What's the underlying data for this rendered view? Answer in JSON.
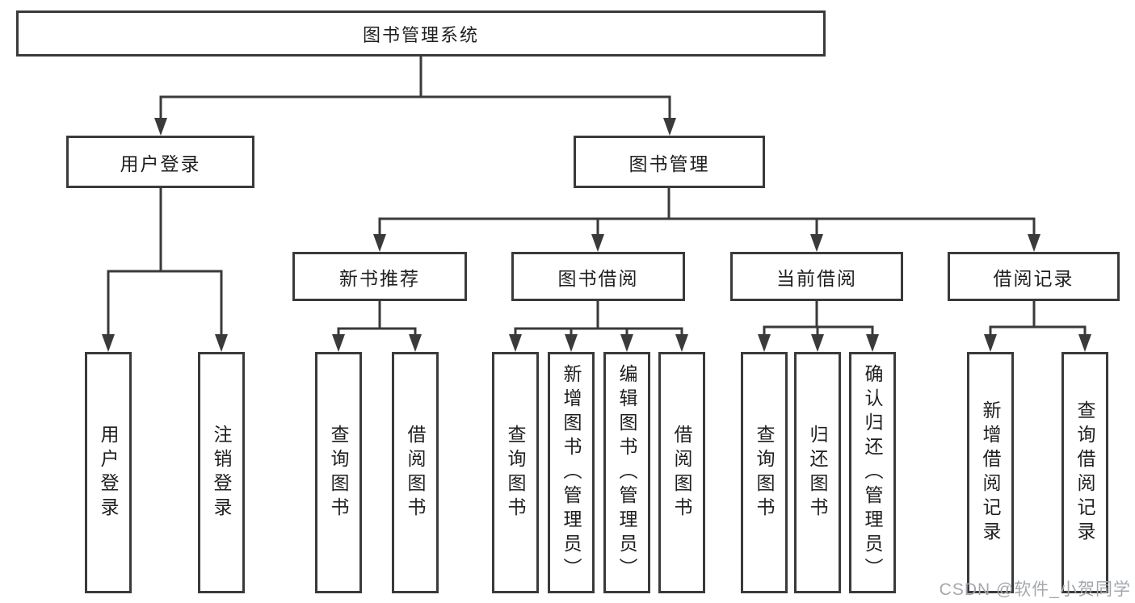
{
  "diagram": {
    "title": "图书管理系统",
    "tree": {
      "root": {
        "id": "library-management-system",
        "label": "图书管理系统"
      },
      "level2": [
        {
          "id": "user-login-module",
          "label": "用户登录"
        },
        {
          "id": "book-management-module",
          "label": "图书管理"
        }
      ],
      "level3": [
        {
          "id": "new-book-recommend",
          "label": "新书推荐"
        },
        {
          "id": "book-borrowing",
          "label": "图书借阅"
        },
        {
          "id": "current-borrowing",
          "label": "当前借阅"
        },
        {
          "id": "borrowing-records",
          "label": "借阅记录"
        }
      ],
      "leaves": [
        {
          "id": "user-login",
          "parent": "user-login-module",
          "label": "用户登录"
        },
        {
          "id": "logout",
          "parent": "user-login-module",
          "label": "注销登录"
        },
        {
          "id": "query-books-1",
          "parent": "new-book-recommend",
          "label": "查询图书"
        },
        {
          "id": "borrow-books-1",
          "parent": "new-book-recommend",
          "label": "借阅图书"
        },
        {
          "id": "query-books-2",
          "parent": "book-borrowing",
          "label": "查询图书"
        },
        {
          "id": "add-books-admin",
          "parent": "book-borrowing",
          "label": "新增图书（管理员）"
        },
        {
          "id": "edit-books-admin",
          "parent": "book-borrowing",
          "label": "编辑图书（管理员）"
        },
        {
          "id": "borrow-books-2",
          "parent": "book-borrowing",
          "label": "借阅图书"
        },
        {
          "id": "query-books-3",
          "parent": "current-borrowing",
          "label": "查询图书"
        },
        {
          "id": "return-books",
          "parent": "current-borrowing",
          "label": "归还图书"
        },
        {
          "id": "confirm-return-admin",
          "parent": "current-borrowing",
          "label": "确认归还（管理员）"
        },
        {
          "id": "add-borrow-record",
          "parent": "borrowing-records",
          "label": "新增借阅记录"
        },
        {
          "id": "query-borrow-record",
          "parent": "borrowing-records",
          "label": "查询借阅记录"
        }
      ]
    },
    "colors": {
      "line": "#3a3a3a",
      "text": "#1f1f1f",
      "background": "#ffffff",
      "watermark_text_color": "#a4a8ae"
    }
  },
  "watermark": {
    "label": "CSDN @软件_小贺同学"
  }
}
